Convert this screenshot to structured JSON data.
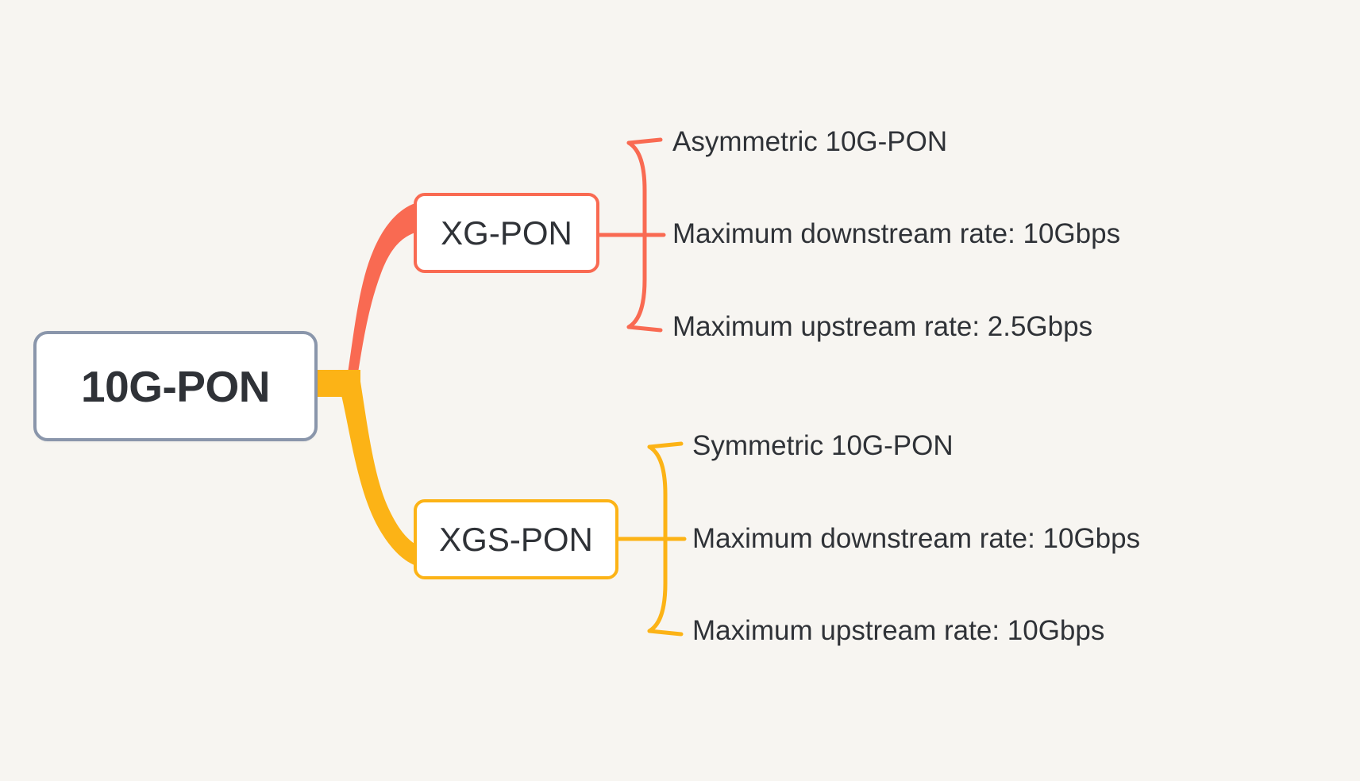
{
  "diagram": {
    "type": "mind-map",
    "background_color": "#f7f5f1",
    "title_text": "10G-PON",
    "root": {
      "label": "10G-PON",
      "border_color": "#8a96ab",
      "fill_color": "#ffffff",
      "text_color": "#2f3237"
    },
    "branches": [
      {
        "id": "xg-pon",
        "label": "XG-PON",
        "color": "#f96a52",
        "children": [
          {
            "label": "Asymmetric 10G-PON"
          },
          {
            "label": "Maximum downstream rate: 10Gbps"
          },
          {
            "label": "Maximum upstream rate: 2.5Gbps"
          }
        ]
      },
      {
        "id": "xgs-pon",
        "label": "XGS-PON",
        "color": "#fcb316",
        "children": [
          {
            "label": "Symmetric 10G-PON"
          },
          {
            "label": "Maximum downstream rate: 10Gbps"
          },
          {
            "label": "Maximum upstream rate: 10Gbps"
          }
        ]
      }
    ]
  }
}
